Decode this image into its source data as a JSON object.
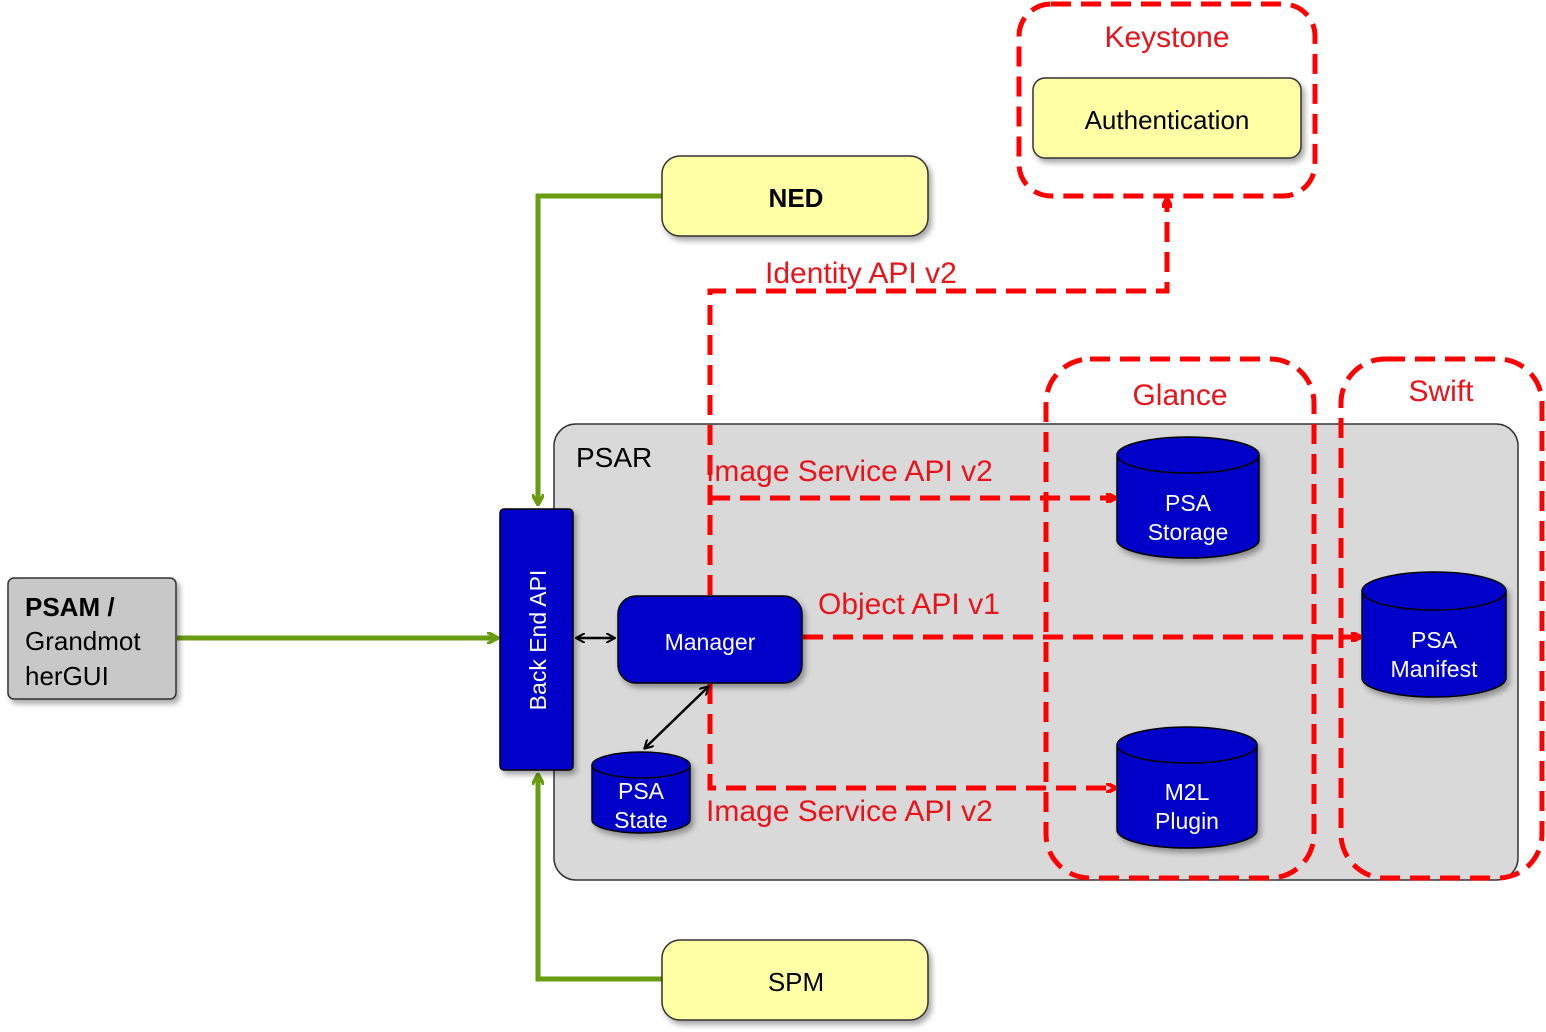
{
  "colors": {
    "red": "#ff0000",
    "green": "#6a9c12",
    "yellow": "#ffffa6",
    "blue": "#0000c8",
    "gray_box": "#c8c8c8",
    "psar_fill": "#d9d9d9"
  },
  "nodes": {
    "psam": {
      "line1": "PSAM /",
      "line2": "Grandmot",
      "line3": "herGUI"
    },
    "ned": "NED",
    "spm": "SPM",
    "back_end_api": "Back End API",
    "manager": "Manager",
    "psa_state": {
      "line1": "PSA",
      "line2": "State"
    },
    "psa_storage": {
      "line1": "PSA",
      "line2": "Storage"
    },
    "psa_manifest": {
      "line1": "PSA",
      "line2": "Manifest"
    },
    "m2l_plugin": {
      "line1": "M2L",
      "line2": "Plugin"
    },
    "authentication": "Authentication"
  },
  "groups": {
    "psar": "PSAR",
    "keystone": "Keystone",
    "glance": "Glance",
    "swift": "Swift"
  },
  "edge_labels": {
    "identity_api": "Identity API v2",
    "image_service_top": "Image Service API v2",
    "object_api": "Object API v1",
    "image_service_bottom": "Image Service API v2"
  }
}
